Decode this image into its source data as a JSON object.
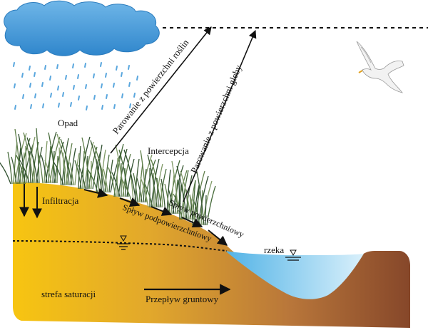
{
  "colors": {
    "cloud": "#3f97d6",
    "rain": "#5aa7de",
    "soil_left": "#f5c012",
    "soil_right": "#8a4a2a",
    "water": "#7fc7ea",
    "arrow": "#111111"
  },
  "labels": {
    "precipitation": "Opad",
    "plant_evaporation": "Parowanie z powierzchni roślin",
    "soil_evaporation": "Parowanie z powierzchni gleby",
    "interception": "Intercepcja",
    "infiltration": "Infiltracja",
    "surface_runoff": "Spływ powierzchniowy",
    "subsurface_runoff": "Spływ podpowierzchniowy",
    "river": "rzeka",
    "saturation_zone": "strefa saturacji",
    "groundwater_flow": "Przepływ gruntowy"
  },
  "icons": {
    "cloud": "cloud-icon",
    "bird": "seagull-icon",
    "water_table": "water-table-symbol-icon"
  }
}
